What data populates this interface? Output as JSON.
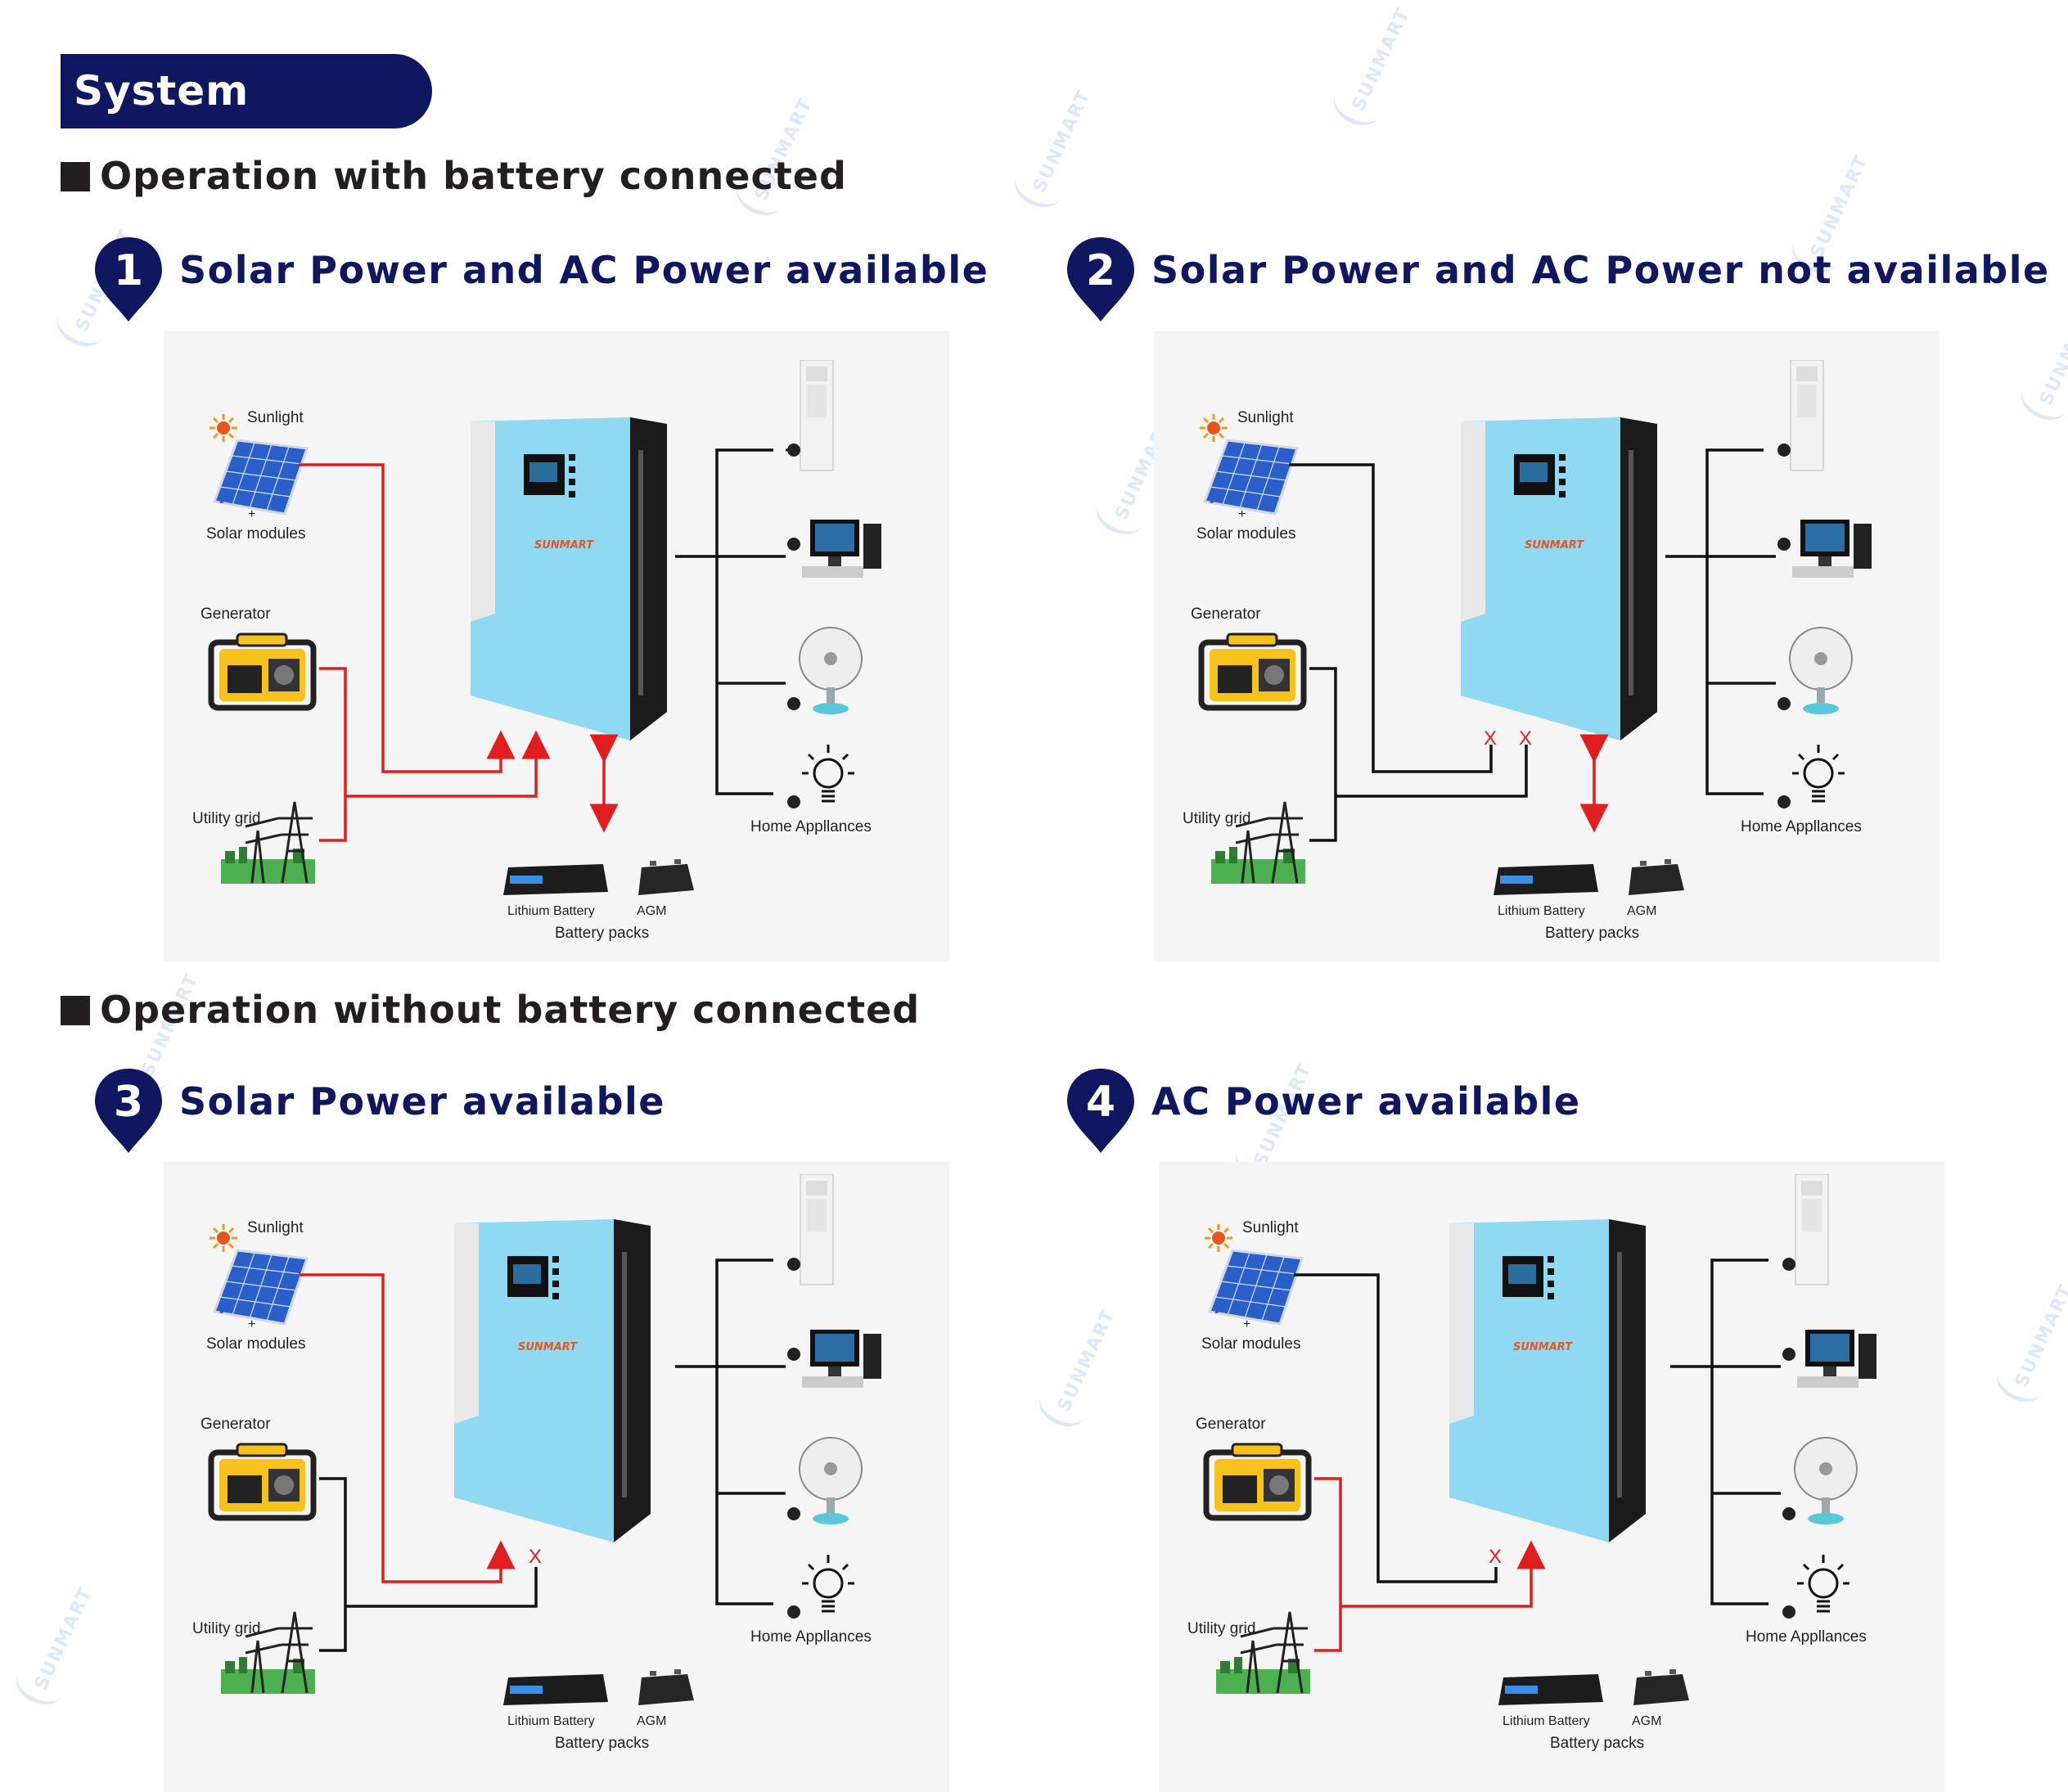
{
  "header": {
    "title": "System Digram"
  },
  "sections": {
    "with_battery": "Operation with battery connected",
    "without_battery": "Operation without battery connected"
  },
  "scenarios": [
    {
      "number": "1",
      "title": "Solar Power and AC Power available"
    },
    {
      "number": "2",
      "title": "Solar Power and AC Power not available"
    },
    {
      "number": "3",
      "title": "Solar Power available"
    },
    {
      "number": "4",
      "title": "AC Power available"
    }
  ],
  "labels": {
    "sunlight": "Sunlight",
    "solar_modules": "Solar modules",
    "minus": "-",
    "plus": "+",
    "generator": "Generator",
    "utility_grid": "Utility grid",
    "home_appliances": "Home Appllances",
    "lithium_battery": "Lithium Battery",
    "agm": "AGM",
    "battery_packs": "Battery packs",
    "brand": "SUNMART",
    "blocked": "X"
  },
  "watermark": "SUNMART",
  "colors": {
    "navy": "#0e1760",
    "active_line": "#e11d1d",
    "inactive_line": "#111111",
    "inverter": "#8fd9f2"
  }
}
